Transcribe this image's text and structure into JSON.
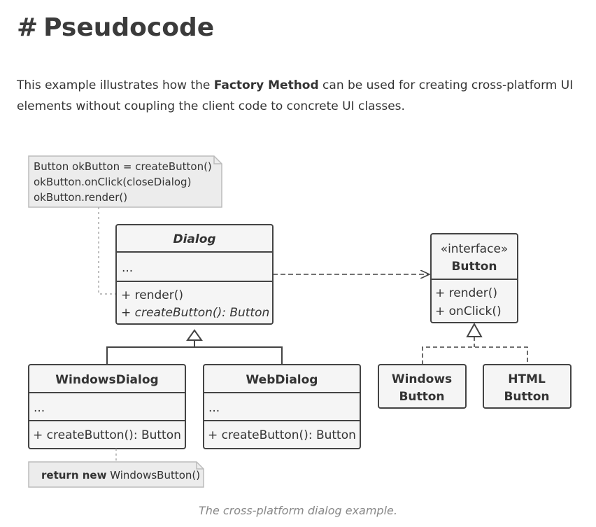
{
  "heading": {
    "hash": "#",
    "title": "Pseudocode"
  },
  "intro": {
    "before": "This example illustrates how the ",
    "bold": "Factory Method",
    "after": " can be used for creating cross-platform UI elements without coupling the client code to concrete UI classes."
  },
  "diagram": {
    "note_top": {
      "lines": [
        "Button okButton = createButton()",
        "okButton.onClick(closeDialog)",
        "okButton.render()"
      ]
    },
    "dialog": {
      "title": "Dialog",
      "fields": "...",
      "methods": [
        "+ render()",
        "+ ",
        "createButton(): Button"
      ]
    },
    "button_interface": {
      "stereotype": "«interface»",
      "title": "Button",
      "methods": [
        "+ render()",
        "+ onClick()"
      ]
    },
    "windows_dialog": {
      "title": "WindowsDialog",
      "fields": "...",
      "method": "+ createButton(): Button"
    },
    "web_dialog": {
      "title": "WebDialog",
      "fields": "...",
      "method": "+ createButton(): Button"
    },
    "windows_button": {
      "line1": "Windows",
      "line2": "Button"
    },
    "html_button": {
      "line1": "HTML",
      "line2": "Button"
    },
    "note_bottom": {
      "keyword": "return new",
      "rest": " WindowsButton()"
    }
  },
  "caption": "The cross-platform dialog example.",
  "colors": {
    "box_fill": "#f5f5f5",
    "box_stroke": "#444444",
    "note_fill": "#ececec",
    "note_stroke": "#bbbbbb"
  }
}
